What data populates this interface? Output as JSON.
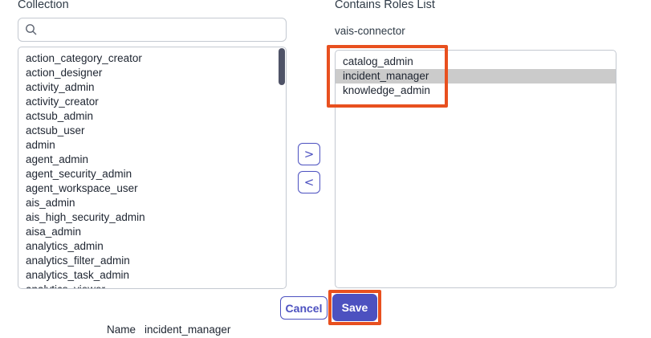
{
  "left_panel": {
    "title": "Collection",
    "search": {
      "value": "",
      "placeholder": ""
    },
    "items": [
      "action_category_creator",
      "action_designer",
      "activity_admin",
      "activity_creator",
      "actsub_admin",
      "actsub_user",
      "admin",
      "agent_admin",
      "agent_security_admin",
      "agent_workspace_user",
      "ais_admin",
      "ais_high_security_admin",
      "aisa_admin",
      "analytics_admin",
      "analytics_filter_admin",
      "analytics_task_admin",
      "analytics_viewer"
    ]
  },
  "transfer": {
    "add_label": ">",
    "remove_label": "<"
  },
  "right_panel": {
    "title": "Contains Roles List",
    "connector_name": "vais-connector",
    "items": [
      {
        "label": "catalog_admin",
        "selected": false
      },
      {
        "label": "incident_manager",
        "selected": true
      },
      {
        "label": "knowledge_admin",
        "selected": false
      }
    ]
  },
  "footer": {
    "cancel_label": "Cancel",
    "save_label": "Save",
    "name_label": "Name",
    "name_value": "incident_manager"
  },
  "colors": {
    "accent": "#4c51c0",
    "annotation": "#e8501f",
    "selected_row": "#cbcbcb"
  }
}
